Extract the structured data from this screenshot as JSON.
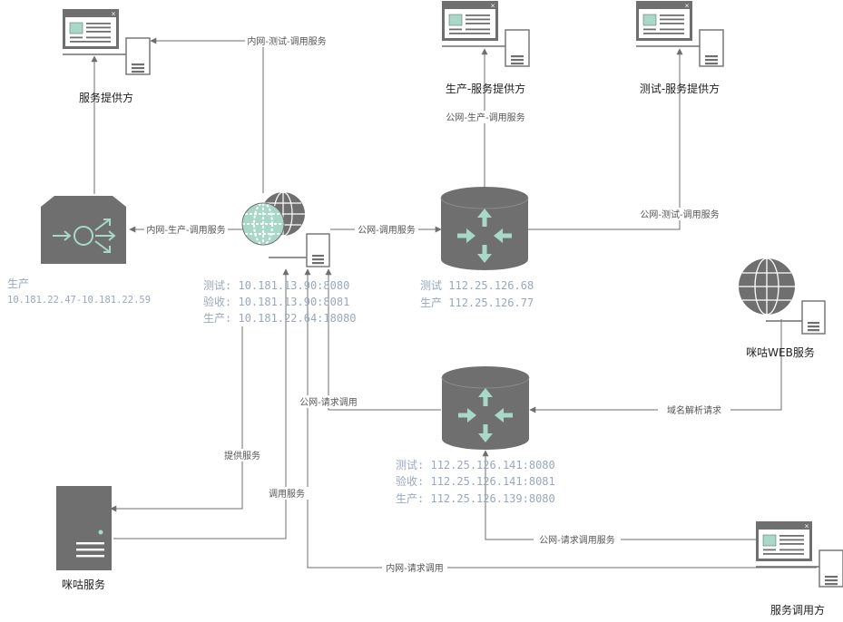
{
  "nodes": {
    "provider_internal": {
      "label": "服务提供方"
    },
    "provider_prod": {
      "label": "生产-服务提供方"
    },
    "provider_test": {
      "label": "测试-服务提供方"
    },
    "migu_web": {
      "label": "咪咕WEB服务"
    },
    "migu_service": {
      "label": "咪咕服务"
    },
    "consumer": {
      "label": "服务调用方"
    },
    "load_balancer": {
      "env_label": "生产",
      "address": "10.181.22.47-10.181.22.59"
    },
    "gateway": {
      "lines": [
        {
          "env": "测试",
          "address": "10.181.13.90:8080"
        },
        {
          "env": "验收",
          "address": "10.181.13.90:8081"
        },
        {
          "env": "生产",
          "address": "10.181.22.64:18080"
        }
      ]
    },
    "router_top": {
      "lines": [
        {
          "env": "测试",
          "address": "112.25.126.68"
        },
        {
          "env": "生产",
          "address": "112.25.126.77"
        }
      ]
    },
    "router_bottom": {
      "lines": [
        {
          "env": "测试",
          "address": "112.25.126.141:8080"
        },
        {
          "env": "验收",
          "address": "112.25.126.141:8081"
        },
        {
          "env": "生产",
          "address": "112.25.126.139:8080"
        }
      ]
    }
  },
  "edges": {
    "internal_test_call": "内网-测试-调用服务",
    "internal_prod_call": "内网-生产-调用服务",
    "public_call": "公网-调用服务",
    "public_prod_call": "公网-生产-调用服务",
    "public_test_call": "公网-测试-调用服务",
    "public_request_call": "公网-请求调用",
    "dns_resolve": "域名解析请求",
    "provide_service": "提供服务",
    "call_service": "调用服务",
    "public_request_call_service": "公网-请求调用服务",
    "internal_request_call": "内网-请求调用"
  },
  "colors": {
    "shape_gray": "#6f6f6f",
    "accent_teal": "#a8d8c8",
    "address_text": "#9aa7bd",
    "edge": "#6f6f6f"
  },
  "icons": {
    "server_with_window": "window-server-icon",
    "globe_server": "globe-server-icon",
    "router": "router-icon",
    "load_balancer": "load-balancer-icon",
    "tower_server": "tower-server-icon"
  }
}
